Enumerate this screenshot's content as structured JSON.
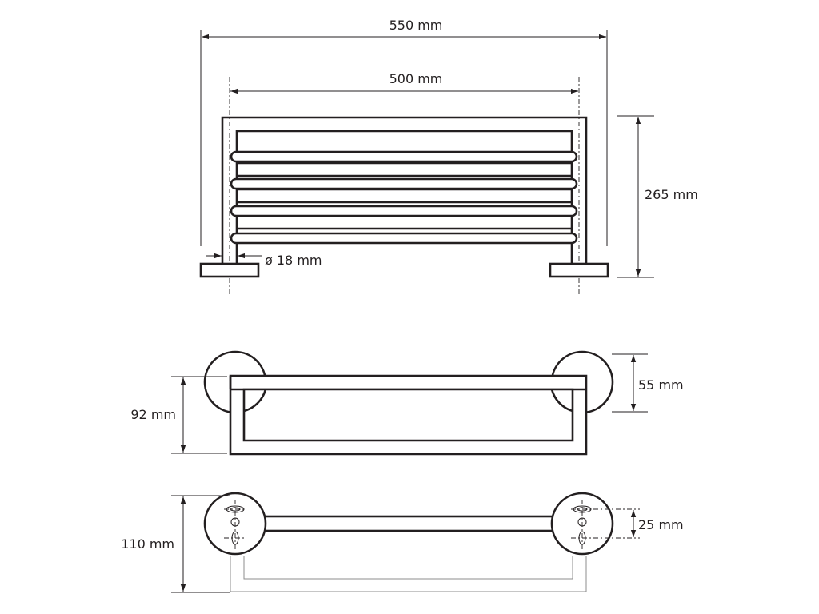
{
  "dimensions": {
    "overall_width": "550 mm",
    "inner_width": "500 mm",
    "height": "265 mm",
    "tube_diameter": "ø 18 mm",
    "side_depth": "92 mm",
    "rosette_height": "55 mm",
    "top_depth": "110 mm",
    "hole_spacing": "25 mm"
  }
}
